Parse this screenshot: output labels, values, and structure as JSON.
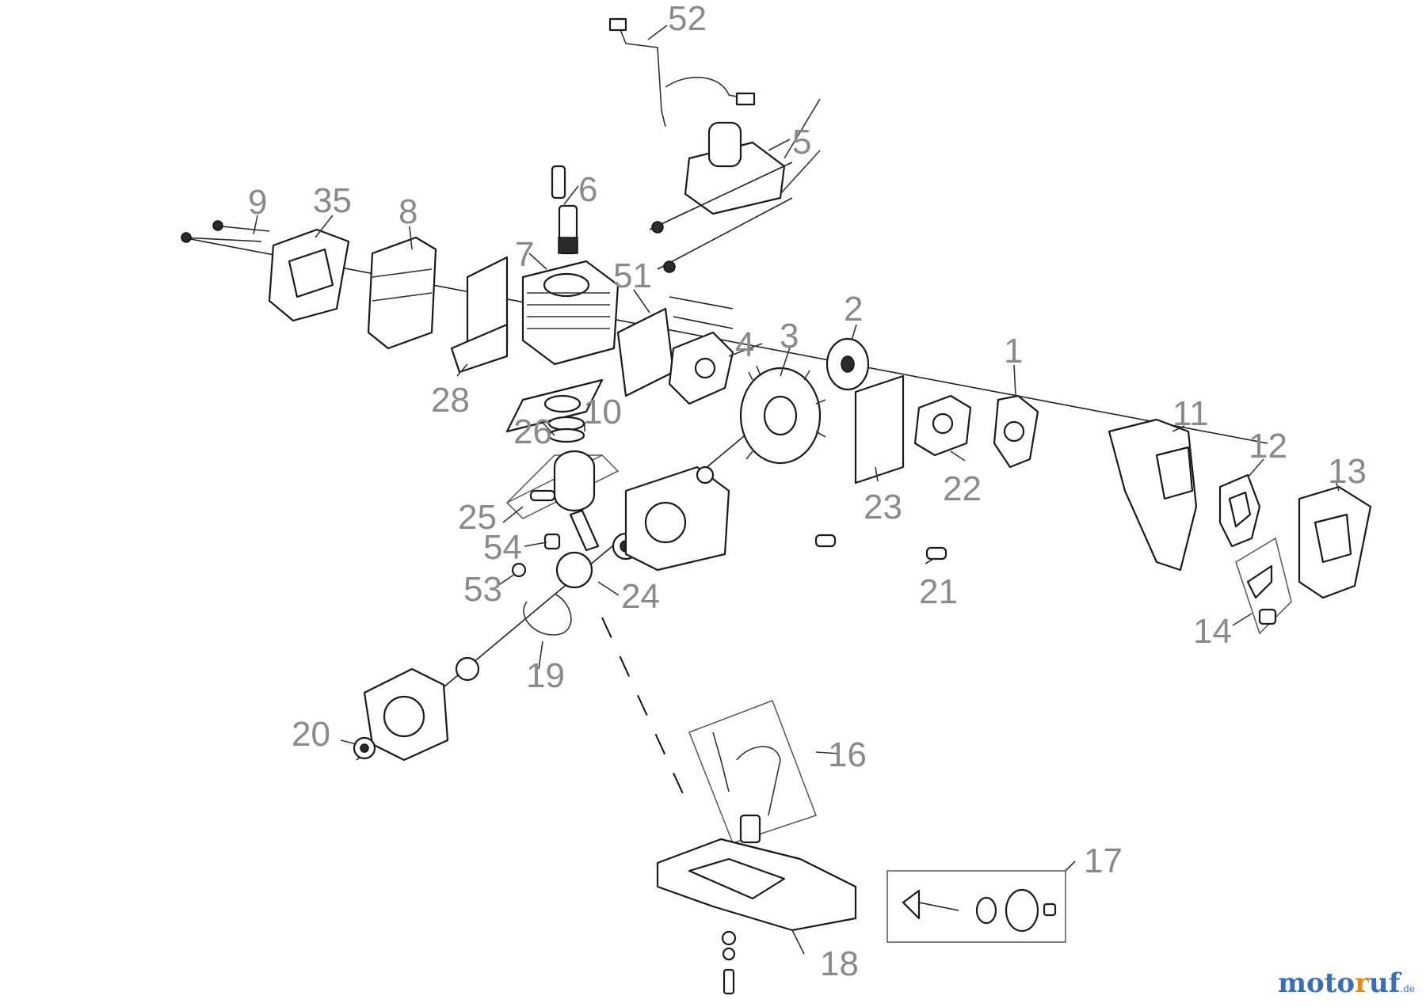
{
  "labels": {
    "p1": "1",
    "p2": "2",
    "p3": "3",
    "p4": "4",
    "p5": "5",
    "p6": "6",
    "p7": "7",
    "p8": "8",
    "p9": "9",
    "p10": "10",
    "p11": "11",
    "p12": "12",
    "p13": "13",
    "p14": "14",
    "p16": "16",
    "p17": "17",
    "p18": "18",
    "p19": "19",
    "p20": "20",
    "p21": "21",
    "p22": "22",
    "p23": "23",
    "p24": "24",
    "p25": "25",
    "p26": "26",
    "p28": "28",
    "p35": "35",
    "p51": "51",
    "p52": "52",
    "p53": "53",
    "p54": "54"
  },
  "watermark": {
    "brand_a": "moto",
    "brand_b": "r",
    "brand_c": "uf",
    "tld": ".de"
  },
  "colors": {
    "label": "#8a8a8a",
    "line": "#1a1a1a",
    "wm_blue": "#3a6fb5",
    "wm_orange": "#e08a1c"
  }
}
